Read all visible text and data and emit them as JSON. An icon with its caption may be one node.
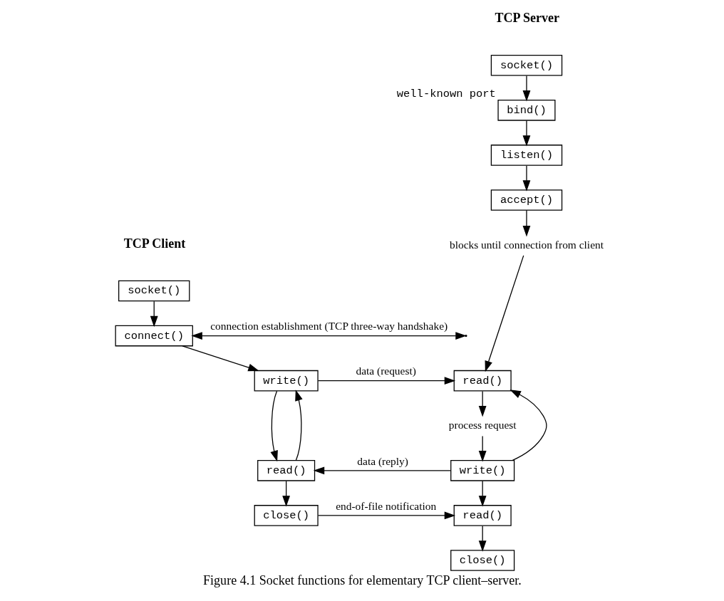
{
  "diagram": {
    "caption": "Figure 4.1 Socket functions for elementary TCP client–server.",
    "nodes": [
      {
        "text": [
          "socket()"
        ]
      },
      {
        "text": [
          "bind()"
        ],
        "beside": [
          "well-known port"
        ]
      },
      {
        "text": [
          "listen()"
        ]
      },
      {
        "text": [
          "accept()"
        ]
      },
      {
        "text": [
          "blocks until connection from client"
        ]
      },
      {
        "text": [
          "socket()"
        ]
      },
      {
        "text": [
          "connect()"
        ]
      },
      {
        "text": [
          "write()"
        ]
      },
      {
        "text": [
          "read()"
        ]
      },
      {
        "text": [
          "close()"
        ]
      },
      {
        "text": [
          "read()"
        ]
      },
      {
        "text": [
          "process request"
        ]
      },
      {
        "text": [
          "write()"
        ]
      },
      {
        "text": [
          "read()"
        ]
      },
      {
        "text": [
          "close()"
        ]
      }
    ],
    "edges": [
      {
        "from": 0,
        "to": 1,
        "arrow": "to"
      },
      {
        "from": 1,
        "to": 2,
        "arrow": "to"
      },
      {
        "from": 2,
        "to": 3,
        "arrow": "to"
      },
      {
        "from": 3,
        "to": 4,
        "arrow": "to"
      },
      {
        "from": 4,
        "to": 10,
        "arrow": "to"
      },
      {
        "from": 5,
        "to": 6,
        "arrow": "to"
      },
      {
        "from": 6,
        "to": null,
        "arrow": "both",
        "label": "connection establishment (TCP three-way handshake)"
      },
      {
        "from": 6,
        "to": 7,
        "arrow": "to"
      },
      {
        "from": 7,
        "to": 8,
        "arrow": "to"
      },
      {
        "from": 8,
        "to": 7,
        "arrow": "to"
      },
      {
        "from": 8,
        "to": 9,
        "arrow": "to"
      },
      {
        "from": 7,
        "to": 10,
        "arrow": "to",
        "label": "data (request)"
      },
      {
        "from": 10,
        "to": 11,
        "arrow": "to"
      },
      {
        "from": 11,
        "to": 12,
        "arrow": "to"
      },
      {
        "from": 12,
        "to": 10,
        "arrow": "to"
      },
      {
        "from": 12,
        "to": 8,
        "arrow": "to",
        "label": "data (reply)"
      },
      {
        "from": 12,
        "to": 13,
        "arrow": "to"
      },
      {
        "from": 9,
        "to": 13,
        "arrow": "to",
        "label": "end-of-file notification"
      },
      {
        "from": 13,
        "to": 14,
        "arrow": "to"
      }
    ],
    "labels": [
      "TCP Server",
      "TCP Client"
    ]
  }
}
